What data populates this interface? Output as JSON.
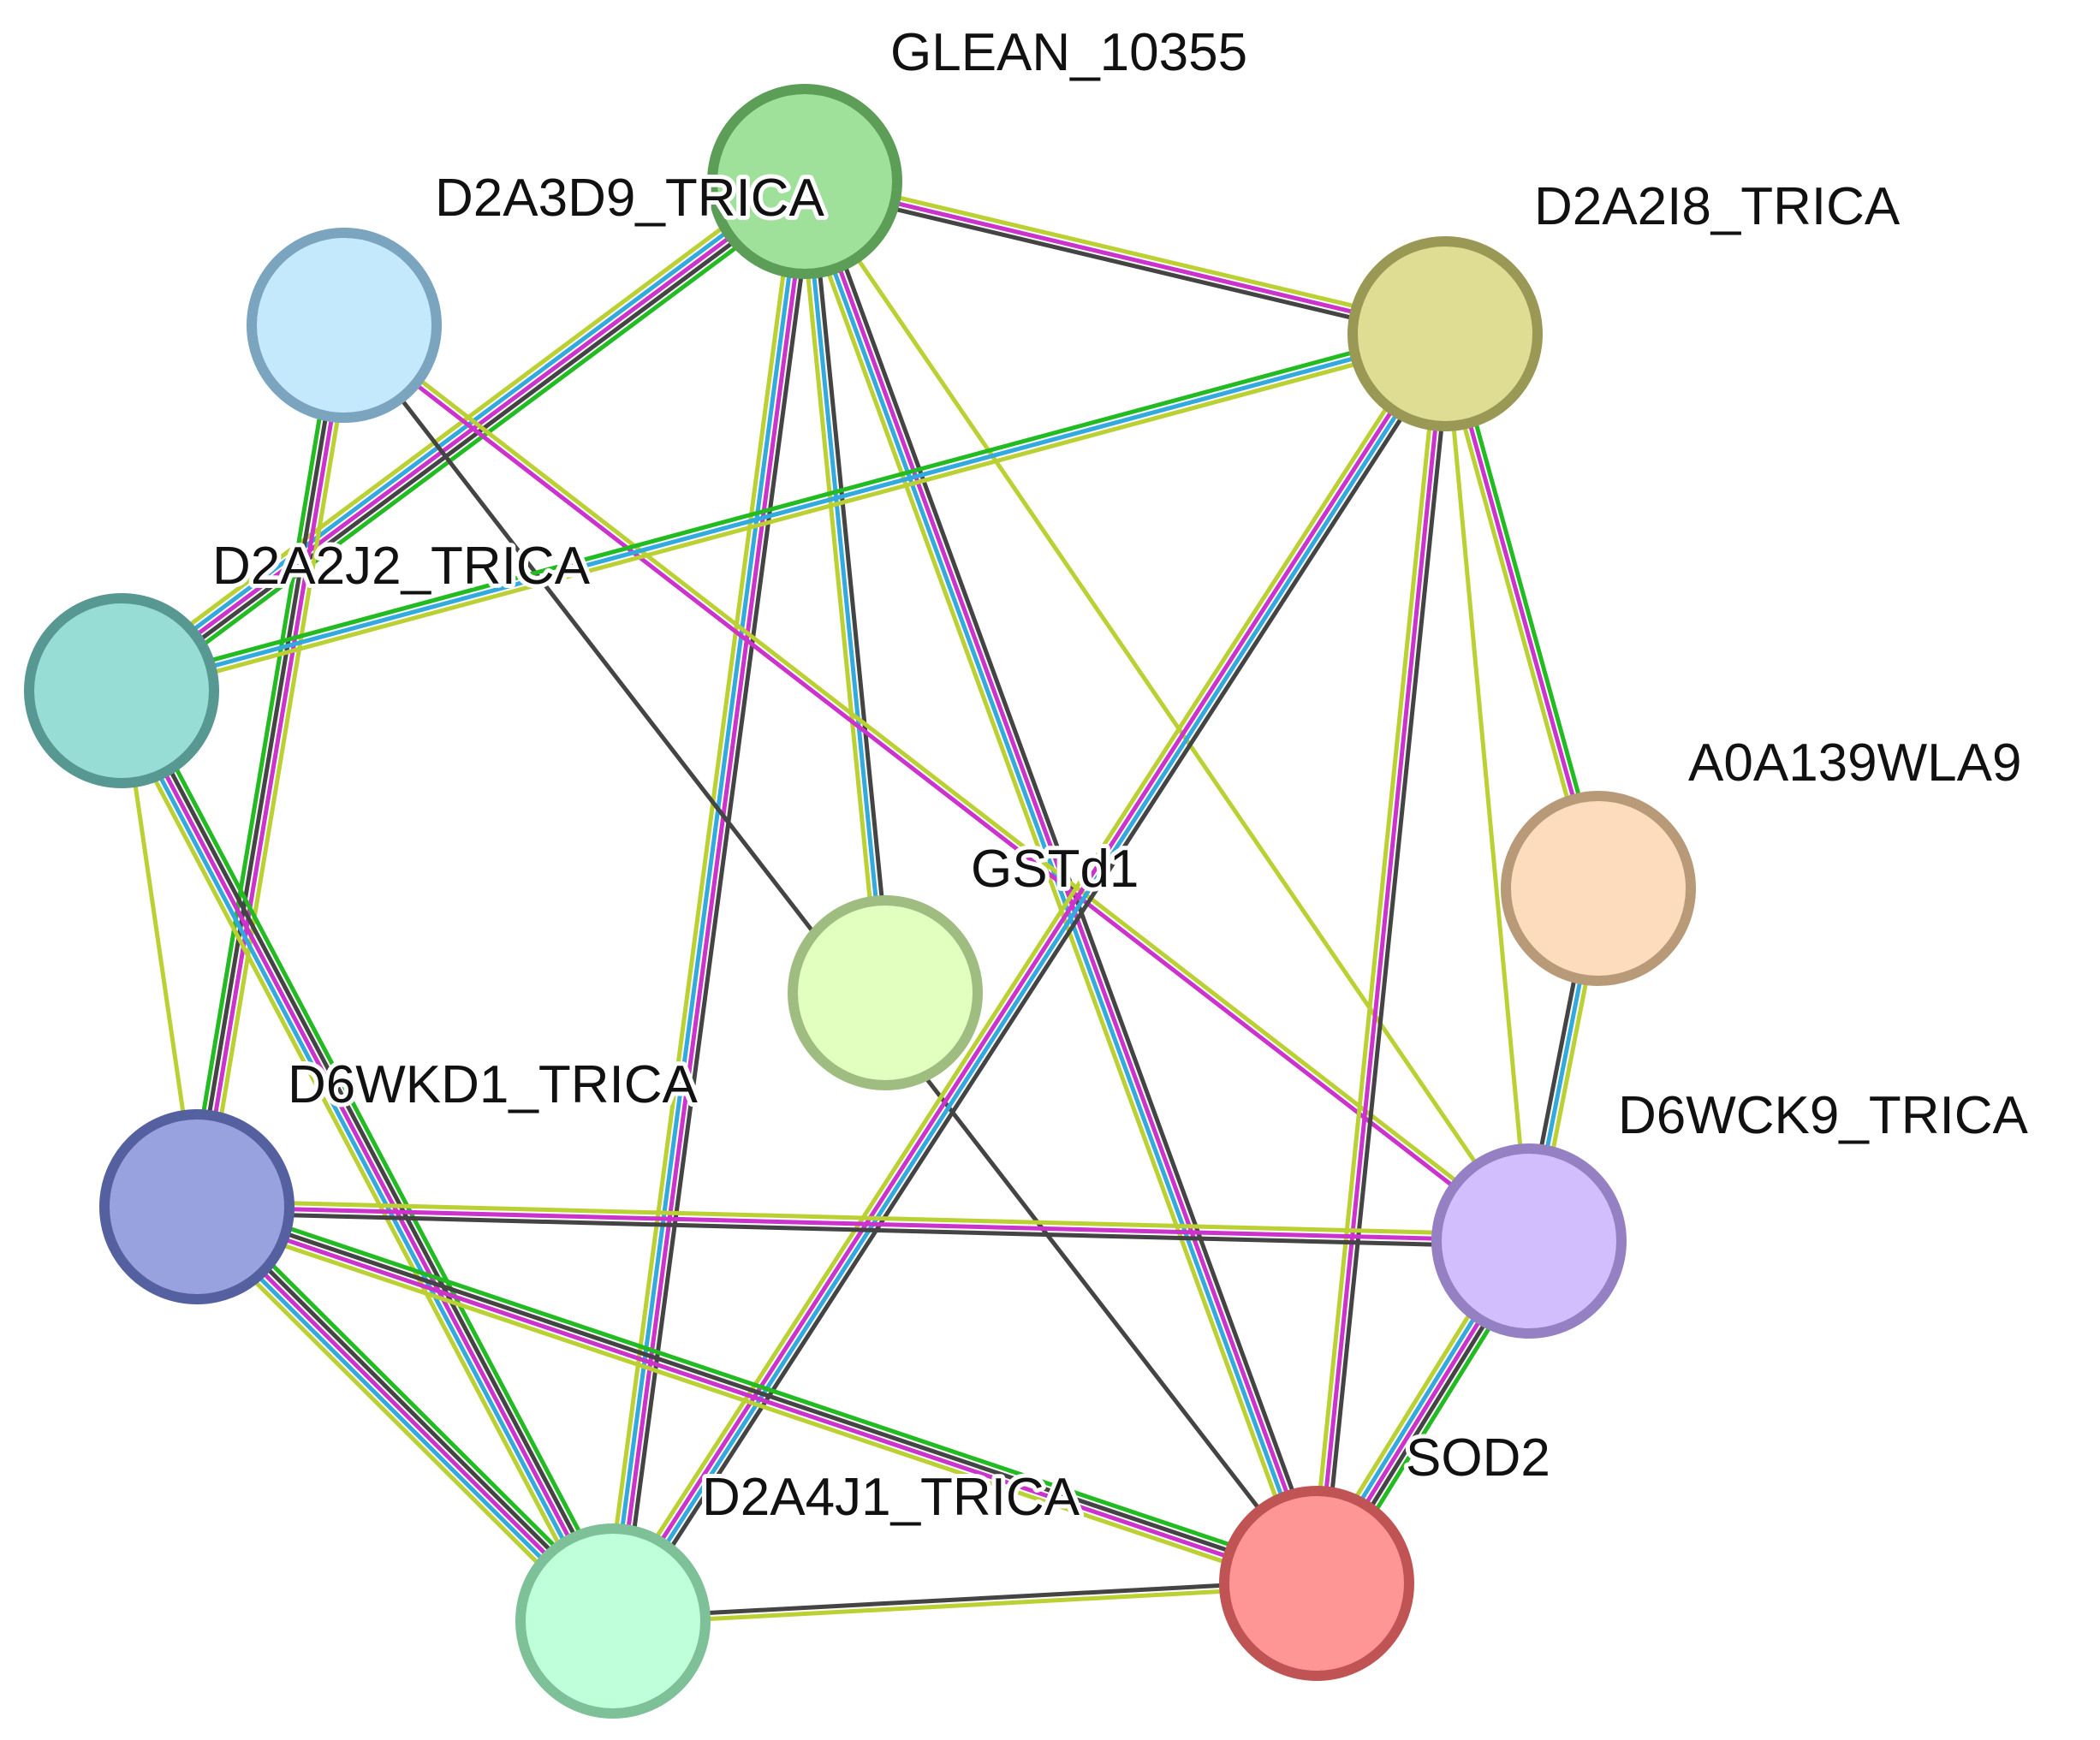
{
  "network": {
    "nodes": [
      {
        "id": "GLEAN_10355",
        "label": "GLEAN_10355",
        "fill": "#9fe09a",
        "stroke": "#5c9e58"
      },
      {
        "id": "D2A3D9_TRICA",
        "label": "D2A3D9_TRICA",
        "fill": "#c4e8fc",
        "stroke": "#7ba4bf"
      },
      {
        "id": "D2A2I8_TRICA",
        "label": "D2A2I8_TRICA",
        "fill": "#dfdc94",
        "stroke": "#9a9855"
      },
      {
        "id": "D2A2J2_TRICA",
        "label": "D2A2J2_TRICA",
        "fill": "#97ddd6",
        "stroke": "#579893"
      },
      {
        "id": "GSTd1",
        "label": "GSTd1",
        "fill": "#e2ffbf",
        "stroke": "#9fbd80"
      },
      {
        "id": "A0A139WLA9",
        "label": "A0A139WLA9",
        "fill": "#fcdcbd",
        "stroke": "#b89a78"
      },
      {
        "id": "D6WKD1_TRICA",
        "label": "D6WKD1_TRICA",
        "fill": "#98a2df",
        "stroke": "#5560a0"
      },
      {
        "id": "D6WCK9_TRICA",
        "label": "D6WCK9_TRICA",
        "fill": "#d3befd",
        "stroke": "#9580c4"
      },
      {
        "id": "SOD2",
        "label": "SOD2",
        "fill": "#ff9696",
        "stroke": "#c05454"
      },
      {
        "id": "D2A4J1_TRICA",
        "label": "D2A4J1_TRICA",
        "fill": "#bfffd9",
        "stroke": "#7ec098"
      }
    ],
    "evidence_colors": {
      "neighborhood": "#22bb22",
      "coexpression": "#444444",
      "experiments": "#cc33cc",
      "databases": "#33aadd",
      "textmining": "#bbd033"
    },
    "edges": [
      {
        "source": "GLEAN_10355",
        "target": "D2A2I8_TRICA",
        "evidence": [
          "textmining",
          "experiments",
          "coexpression"
        ]
      },
      {
        "source": "GLEAN_10355",
        "target": "D2A2J2_TRICA",
        "evidence": [
          "neighborhood",
          "coexpression",
          "experiments",
          "databases",
          "textmining"
        ]
      },
      {
        "source": "GLEAN_10355",
        "target": "GSTd1",
        "evidence": [
          "coexpression",
          "databases",
          "textmining"
        ]
      },
      {
        "source": "GLEAN_10355",
        "target": "D2A4J1_TRICA",
        "evidence": [
          "coexpression",
          "experiments",
          "databases",
          "textmining"
        ]
      },
      {
        "source": "GLEAN_10355",
        "target": "SOD2",
        "evidence": [
          "coexpression",
          "experiments",
          "databases",
          "textmining"
        ]
      },
      {
        "source": "GLEAN_10355",
        "target": "D6WCK9_TRICA",
        "evidence": [
          "textmining"
        ]
      },
      {
        "source": "D2A3D9_TRICA",
        "target": "D6WKD1_TRICA",
        "evidence": [
          "textmining",
          "experiments",
          "coexpression",
          "neighborhood"
        ]
      },
      {
        "source": "D2A3D9_TRICA",
        "target": "D6WCK9_TRICA",
        "evidence": [
          "textmining",
          "experiments"
        ]
      },
      {
        "source": "D2A3D9_TRICA",
        "target": "SOD2",
        "evidence": [
          "coexpression"
        ]
      },
      {
        "source": "D2A2I8_TRICA",
        "target": "D2A2J2_TRICA",
        "evidence": [
          "textmining",
          "databases",
          "neighborhood"
        ]
      },
      {
        "source": "D2A2I8_TRICA",
        "target": "D2A4J1_TRICA",
        "evidence": [
          "coexpression",
          "databases",
          "experiments",
          "textmining"
        ]
      },
      {
        "source": "D2A2I8_TRICA",
        "target": "SOD2",
        "evidence": [
          "coexpression",
          "experiments",
          "textmining"
        ]
      },
      {
        "source": "D2A2I8_TRICA",
        "target": "A0A139WLA9",
        "evidence": [
          "neighborhood",
          "experiments",
          "textmining"
        ]
      },
      {
        "source": "D2A2I8_TRICA",
        "target": "D6WCK9_TRICA",
        "evidence": [
          "textmining"
        ]
      },
      {
        "source": "D2A2J2_TRICA",
        "target": "D2A4J1_TRICA",
        "evidence": [
          "neighborhood",
          "coexpression",
          "experiments",
          "databases",
          "textmining"
        ]
      },
      {
        "source": "D2A2J2_TRICA",
        "target": "D6WKD1_TRICA",
        "evidence": [
          "textmining"
        ]
      },
      {
        "source": "D6WKD1_TRICA",
        "target": "D6WCK9_TRICA",
        "evidence": [
          "textmining",
          "experiments",
          "coexpression"
        ]
      },
      {
        "source": "D6WKD1_TRICA",
        "target": "SOD2",
        "evidence": [
          "neighborhood",
          "coexpression",
          "experiments",
          "textmining"
        ]
      },
      {
        "source": "D6WKD1_TRICA",
        "target": "D2A4J1_TRICA",
        "evidence": [
          "neighborhood",
          "coexpression",
          "experiments",
          "databases",
          "textmining"
        ]
      },
      {
        "source": "D2A4J1_TRICA",
        "target": "SOD2",
        "evidence": [
          "coexpression",
          "textmining"
        ]
      },
      {
        "source": "A0A139WLA9",
        "target": "D6WCK9_TRICA",
        "evidence": [
          "textmining",
          "databases",
          "coexpression"
        ]
      },
      {
        "source": "D6WCK9_TRICA",
        "target": "SOD2",
        "evidence": [
          "neighborhood",
          "coexpression",
          "experiments",
          "databases",
          "textmining"
        ]
      }
    ]
  }
}
